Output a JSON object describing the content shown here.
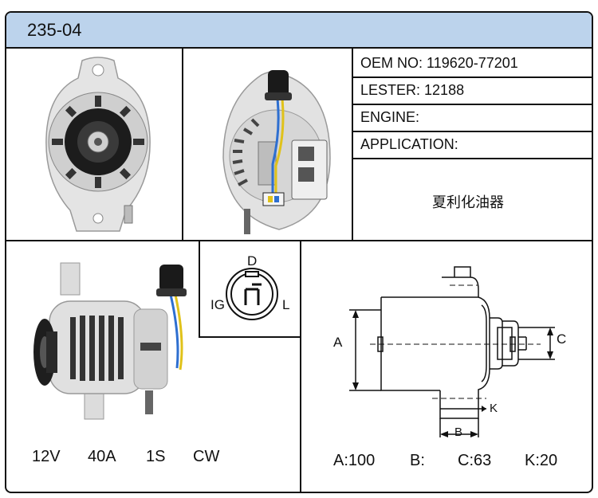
{
  "header": {
    "part_code": "235-04"
  },
  "specs": {
    "oem": {
      "label": "OEM NO:",
      "value": "119620-77201"
    },
    "lester": {
      "label": "LESTER:",
      "value": "12188"
    },
    "engine": {
      "label": "ENGINE:",
      "value": ""
    },
    "application": {
      "label": "APPLICATION:",
      "value": ""
    },
    "application_note": "夏利化油器"
  },
  "ratings": {
    "voltage": "12V",
    "current": "40A",
    "type": "1S",
    "rotation": "CW"
  },
  "connector": {
    "pin_top": "D",
    "pin_left": "IG",
    "pin_right": "L"
  },
  "dimensions": {
    "labels": {
      "a": "A",
      "b": "B",
      "c": "C",
      "k": "K"
    },
    "values": {
      "a": "A:100",
      "b": "B:",
      "c": "C:63",
      "k": "K:20"
    }
  },
  "colors": {
    "header_bg": "#bcd3ec",
    "border": "#111111"
  }
}
